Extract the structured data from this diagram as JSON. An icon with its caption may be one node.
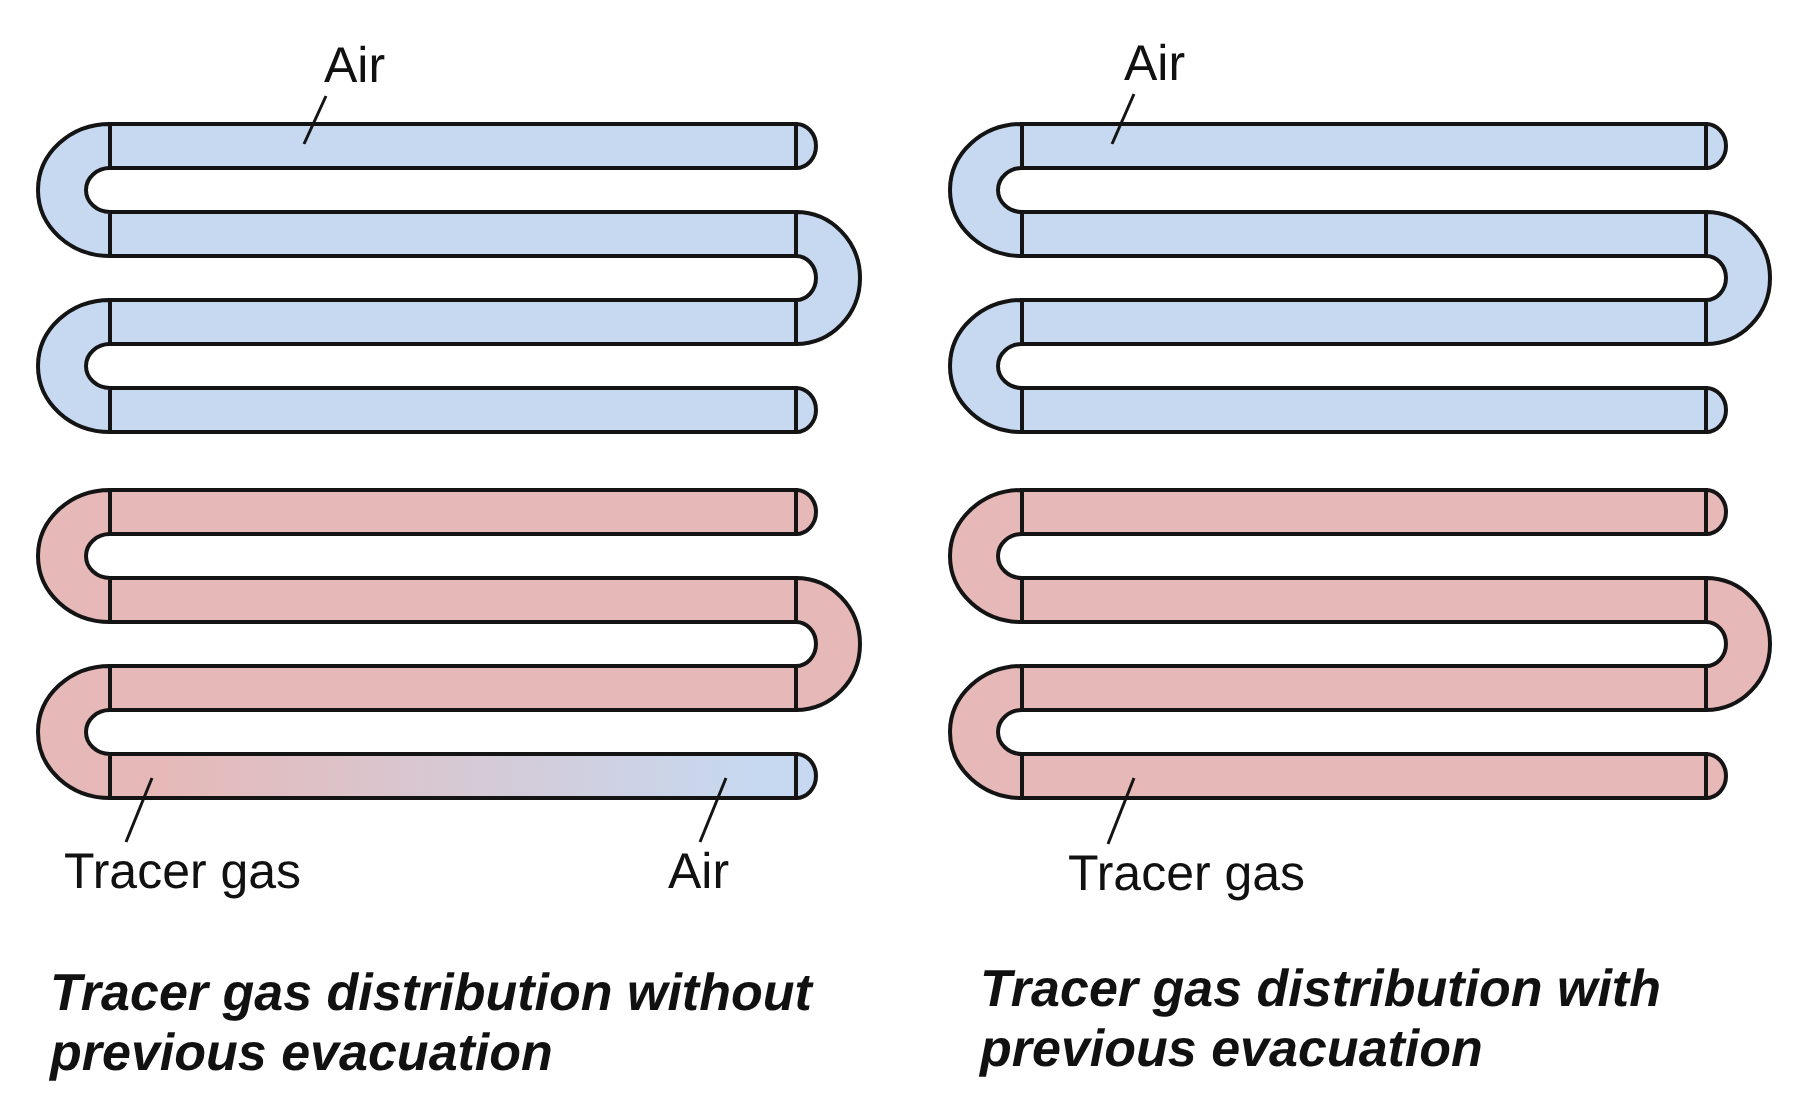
{
  "diagram": {
    "nodes": [
      {
        "text": [
          "Air"
        ]
      },
      {
        "text": [
          "Air"
        ]
      },
      {
        "text": [],
        "shape": "tube"
      },
      {
        "text": [],
        "shape": "tube"
      },
      {
        "text": [],
        "shape": "tube"
      },
      {
        "text": [],
        "shape": "tube"
      },
      {
        "text": [
          "Tracer gas"
        ]
      },
      {
        "text": [
          "Air"
        ]
      },
      {
        "text": [
          "Tracer gas"
        ]
      }
    ],
    "edges": [
      {
        "from": 0,
        "to": 2,
        "arrow": "none"
      },
      {
        "from": 1,
        "to": 3,
        "arrow": "none"
      },
      {
        "from": 6,
        "to": 4,
        "arrow": "none"
      },
      {
        "from": 7,
        "to": 4,
        "arrow": "none"
      },
      {
        "from": 8,
        "to": 5,
        "arrow": "none"
      }
    ],
    "labels": [
      "Tracer gas distribution without previous evacuation",
      "Tracer gas distribution with previous evacuation"
    ]
  }
}
